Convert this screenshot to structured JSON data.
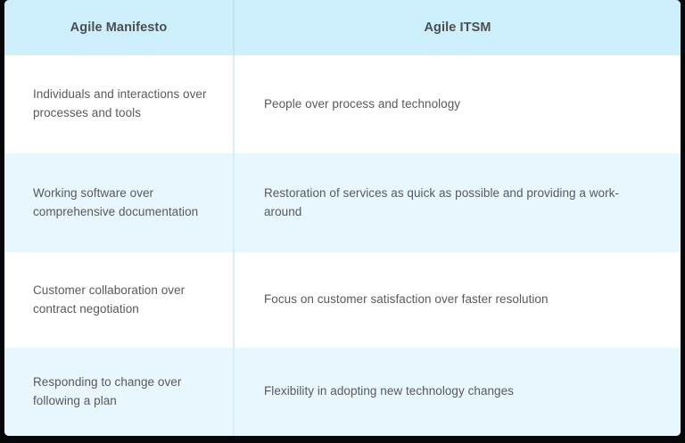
{
  "table": {
    "columns": [
      {
        "id": "agile-manifesto",
        "header": "Agile Manifesto"
      },
      {
        "id": "agile-itsm",
        "header": "Agile ITSM"
      }
    ],
    "rows": [
      {
        "left": "Individuals and interactions over processes and tools",
        "right": "People over process and technology"
      },
      {
        "left": "Working software over comprehensive documentation",
        "right": "Restoration of services as quick as possible and providing a work-around"
      },
      {
        "left": "Customer collaboration over contract negotiation",
        "right": "Focus on customer satisfaction over faster resolution"
      },
      {
        "left": "Responding to change over following a plan",
        "right": "Flexibility in adopting new technology changes"
      }
    ]
  },
  "colors": {
    "header_background": "#cdeefb",
    "row_tint_background": "#e7f7fd",
    "row_white_background": "#ffffff",
    "divider": "#d4effa",
    "text": "#58595b",
    "header_text": "#4c4f52",
    "page_background": "#05070a"
  }
}
